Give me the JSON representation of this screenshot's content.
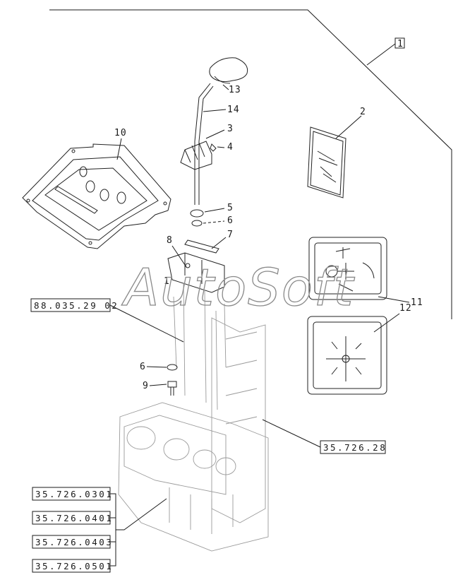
{
  "callouts": {
    "c1": "1",
    "c2": "2",
    "c3": "3",
    "c4": "4",
    "c5": "5",
    "c6": "6",
    "c6b": "6",
    "c7": "7",
    "c8": "8",
    "c9": "9",
    "c10": "10",
    "c11": "11",
    "c12": "12",
    "c13": "13",
    "c14": "14"
  },
  "references": {
    "r1": "88.035.29 02",
    "r2": "35.726.28",
    "r3": "35.726.0301",
    "r4": "35.726.0401",
    "r5": "35.726.0403",
    "r6": "35.726.0501"
  },
  "watermark": "AutoSoft"
}
